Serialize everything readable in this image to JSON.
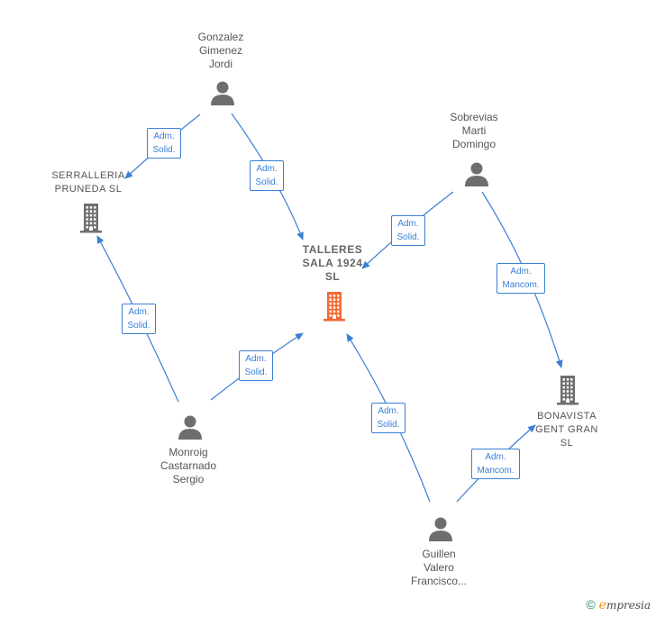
{
  "nodes": {
    "talleres": {
      "label": "TALLERES\nSALA 1924\nSL",
      "type": "company-main"
    },
    "serralleria": {
      "label": "SERRALLERIA\nPRUNEDA  SL",
      "type": "company"
    },
    "bonavista": {
      "label": "BONAVISTA\nGENT GRAN\nSL",
      "type": "company"
    },
    "gonzalez": {
      "label": "Gonzalez\nGimenez\nJordi",
      "type": "person"
    },
    "sobrevias": {
      "label": "Sobrevias\nMarti\nDomingo",
      "type": "person"
    },
    "monroig": {
      "label": "Monroig\nCastarnado\nSergio",
      "type": "person"
    },
    "guillen": {
      "label": "Guillen\nValero\nFrancisco...",
      "type": "person"
    }
  },
  "edges": [
    {
      "from": "gonzalez",
      "to": "serralleria",
      "label": "Adm.\nSolid."
    },
    {
      "from": "gonzalez",
      "to": "talleres",
      "label": "Adm.\nSolid."
    },
    {
      "from": "sobrevias",
      "to": "talleres",
      "label": "Adm.\nSolid."
    },
    {
      "from": "sobrevias",
      "to": "bonavista",
      "label": "Adm.\nMancom."
    },
    {
      "from": "monroig",
      "to": "serralleria",
      "label": "Adm.\nSolid."
    },
    {
      "from": "monroig",
      "to": "talleres",
      "label": "Adm.\nSolid."
    },
    {
      "from": "guillen",
      "to": "talleres",
      "label": "Adm.\nSolid."
    },
    {
      "from": "guillen",
      "to": "bonavista",
      "label": "Adm.\nMancom."
    }
  ],
  "colors": {
    "edge": "#3a7fd5",
    "main_company": "#f26a35",
    "company": "#6e6e6e",
    "person": "#6e6e6e"
  },
  "brand": {
    "copyright": "©",
    "initial": "e",
    "rest": "mpresia"
  }
}
